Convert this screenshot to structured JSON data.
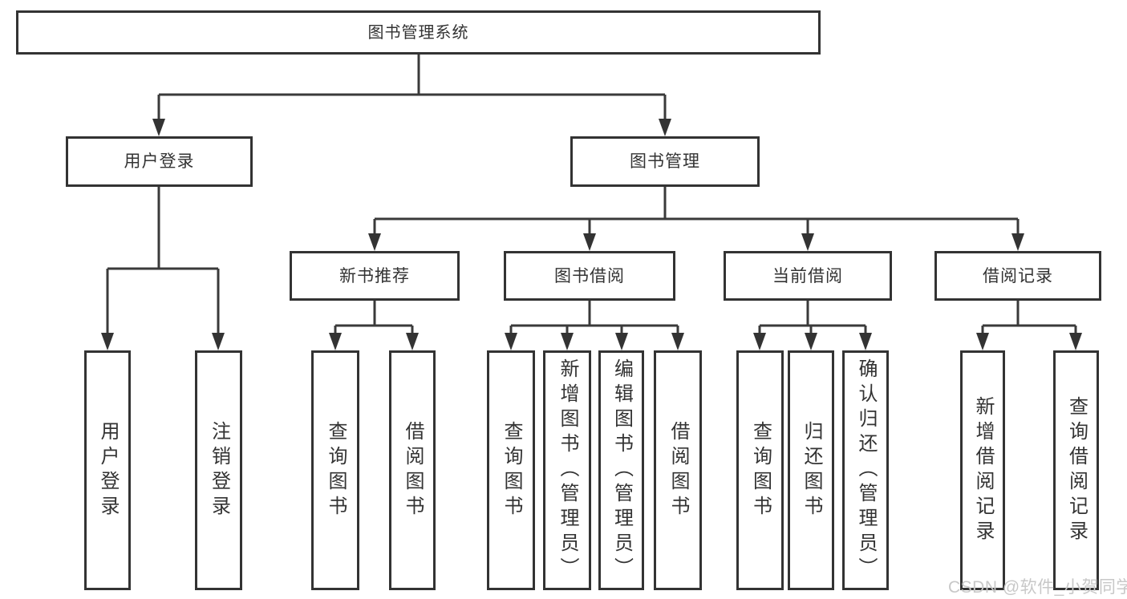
{
  "colors": {
    "line": "#3a3a3a",
    "box_border": "#333333",
    "text": "#333333",
    "watermark": "#c8c8c8",
    "background": "#ffffff"
  },
  "watermark": "CSDN @软件_小贺同学",
  "tree": {
    "root": {
      "label": "图书管理系统"
    },
    "children": [
      {
        "label": "用户登录",
        "children": [
          {
            "label": "用户登录"
          },
          {
            "label": "注销登录"
          }
        ]
      },
      {
        "label": "图书管理",
        "children": [
          {
            "label": "新书推荐",
            "children": [
              {
                "label": "查询图书"
              },
              {
                "label": "借阅图书"
              }
            ]
          },
          {
            "label": "图书借阅",
            "children": [
              {
                "label": "查询图书"
              },
              {
                "label": "新增图书（管理员）"
              },
              {
                "label": "编辑图书（管理员）"
              },
              {
                "label": "借阅图书"
              }
            ]
          },
          {
            "label": "当前借阅",
            "children": [
              {
                "label": "查询图书"
              },
              {
                "label": "归还图书"
              },
              {
                "label": "确认归还（管理员）"
              }
            ]
          },
          {
            "label": "借阅记录",
            "children": [
              {
                "label": "新增借阅记录"
              },
              {
                "label": "查询借阅记录"
              }
            ]
          }
        ]
      }
    ]
  }
}
